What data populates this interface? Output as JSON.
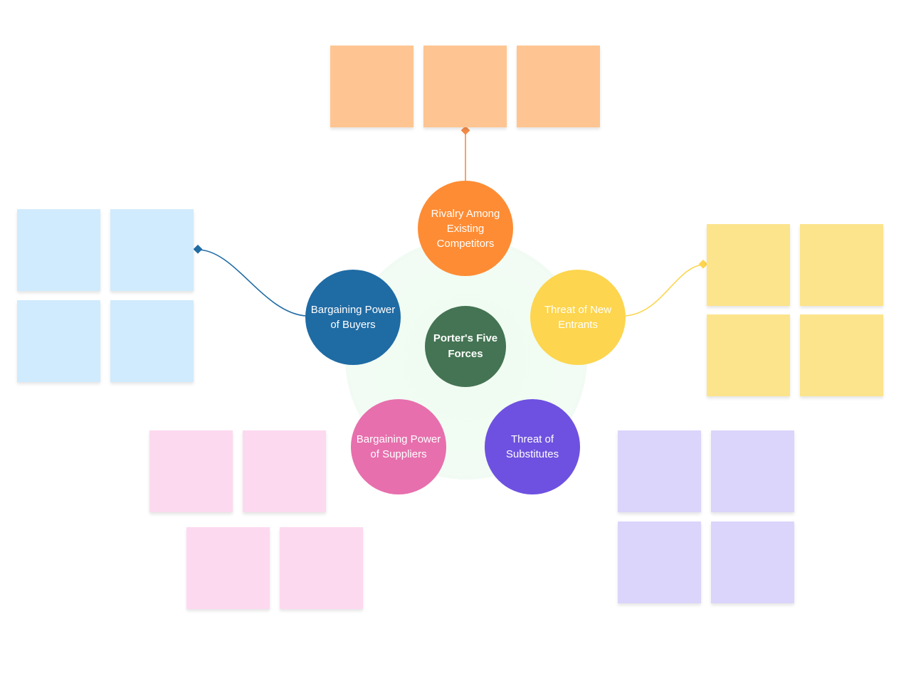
{
  "center": {
    "label": "Porter's Five Forces",
    "color": "#447453"
  },
  "forces": [
    {
      "id": "rivalry",
      "label": "Rivalry Among Existing Competitors",
      "color": "#fe8c34",
      "note_color": "#fec592",
      "note_count": 3
    },
    {
      "id": "new-entrants",
      "label": "Threat of New Entrants",
      "color": "#fdd54e",
      "note_color": "#fce48c",
      "note_count": 4
    },
    {
      "id": "substitutes",
      "label": "Threat of Substitutes",
      "color": "#6e51e0",
      "note_color": "#dbd5fc",
      "note_count": 4
    },
    {
      "id": "suppliers",
      "label": "Bargaining Power of Suppliers",
      "color": "#e76fad",
      "note_color": "#fdd9ef",
      "note_count": 4
    },
    {
      "id": "buyers",
      "label": "Bargaining Power of Buyers",
      "color": "#1f6ba4",
      "note_color": "#d0ebfd",
      "note_count": 4
    }
  ],
  "connector_colors": {
    "rivalry": "#f58a45",
    "buyers": "#1f6ba4",
    "new-entrants": "#fdd54e"
  }
}
